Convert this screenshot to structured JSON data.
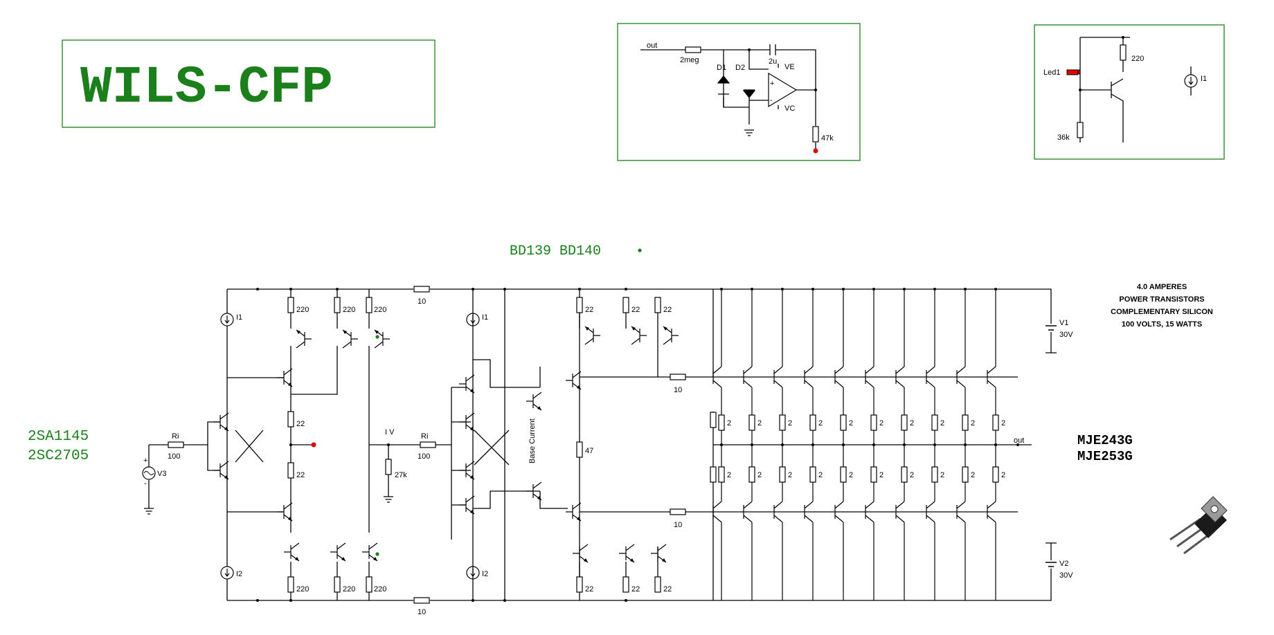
{
  "title": "WILS-CFP",
  "transistor_pairs": {
    "small_signal": "BD139 BD140",
    "input_top": "2SA1145",
    "input_bottom": "2SC2705",
    "output_top": "MJE243G",
    "output_bottom": "MJE253G"
  },
  "spec_lines": [
    "4.0 AMPERES",
    "POWER TRANSISTORS",
    "COMPLEMENTARY SILICON",
    "100 VOLTS, 15 WATTS"
  ],
  "inset_detector": {
    "out": "out",
    "r_2meg": "2meg",
    "c_2u": "2u",
    "d1": "D1",
    "d2": "D2",
    "ve": "VE",
    "vc": "VC",
    "r_47k": "47k",
    "plus": "+",
    "minus": "-"
  },
  "inset_led": {
    "led": "Led1",
    "r220": "220",
    "r36k": "36k",
    "i1": "I1"
  },
  "labels": {
    "r220": "220",
    "r22": "22",
    "r10": "10",
    "r100": "100",
    "ri": "Ri",
    "r27k": "27k",
    "r47": "47",
    "r2": "2",
    "i1": "I1",
    "i2": "I2",
    "iv": "I V",
    "v1": "V1",
    "v2": "V2",
    "v30": "30V",
    "v3": "V3",
    "base_current": "Base Current",
    "out": "out",
    "plus": "+",
    "minus": "-"
  },
  "colors": {
    "green": "#1b7f1b",
    "red": "#e00000",
    "wire": "#000000",
    "frame": "#1b7f1b"
  }
}
